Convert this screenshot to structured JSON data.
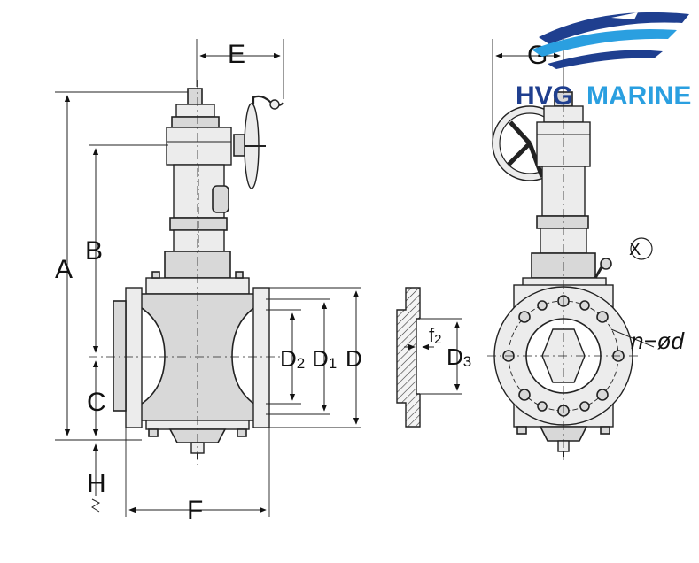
{
  "diagram": {
    "front_view": {
      "labels": {
        "A": "A",
        "B": "B",
        "C": "C",
        "E": "E",
        "F": "F",
        "H": "H"
      }
    },
    "flange_section": {
      "labels": {
        "D2": "D",
        "D2_sub": "2",
        "D1": "D",
        "D1_sub": "1",
        "D": "D",
        "f2": "f",
        "f2_sub": "2",
        "D3": "D",
        "D3_sub": "3"
      }
    },
    "side_view": {
      "labels": {
        "G": "G",
        "holes": "n−ød",
        "marker": "X"
      }
    }
  },
  "logo": {
    "text_left": "HVG",
    "text_right": "MARINE",
    "color_dark": "#1f3f8f",
    "color_light": "#2a9fe0"
  }
}
